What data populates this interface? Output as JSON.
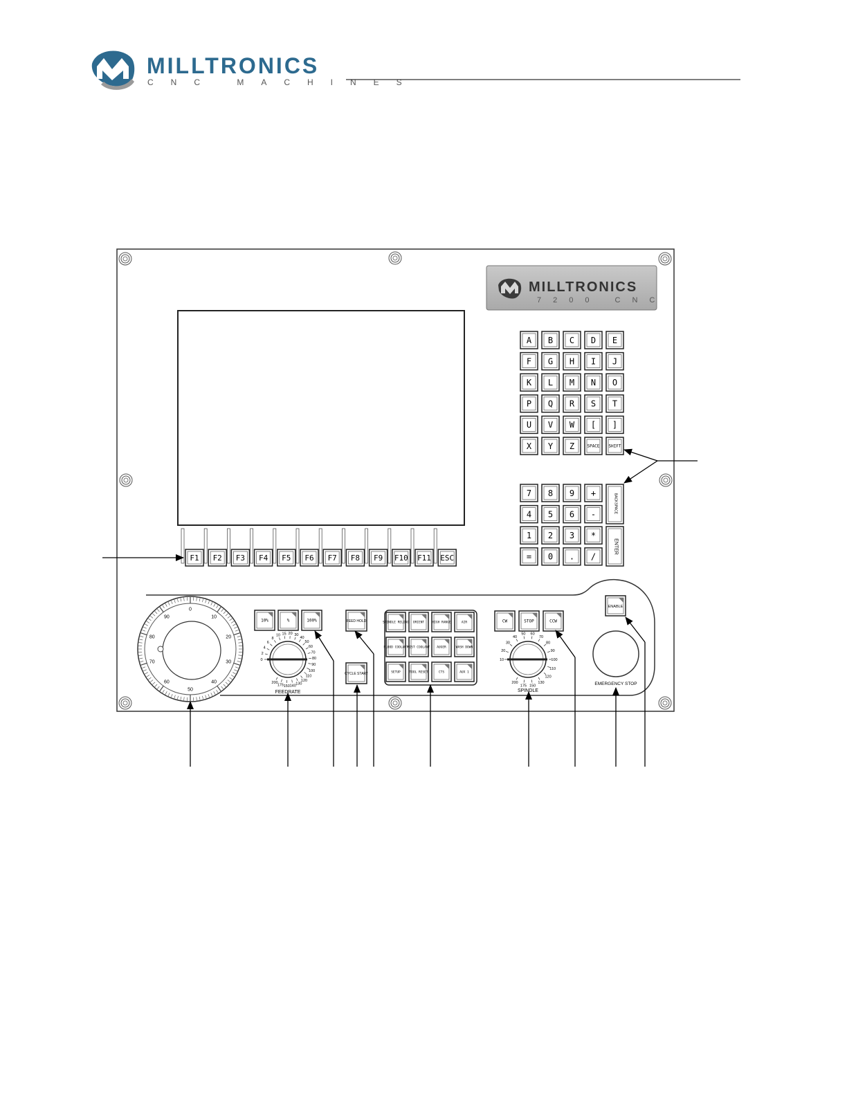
{
  "header": {
    "brand_name": "MILLTRONICS",
    "brand_tagline": "CNC MACHINES"
  },
  "panel": {
    "badge_name": "MILLTRONICS",
    "badge_model": "7200 CNC",
    "alpha_keys": [
      "A",
      "B",
      "C",
      "D",
      "E",
      "F",
      "G",
      "H",
      "I",
      "J",
      "K",
      "L",
      "M",
      "N",
      "O",
      "P",
      "Q",
      "R",
      "S",
      "T",
      "U",
      "V",
      "W",
      "[",
      "]",
      "X",
      "Y",
      "Z",
      "SPACE",
      "SHIFT"
    ],
    "num_keys": [
      "7",
      "8",
      "9",
      "+",
      "4",
      "5",
      "6",
      "-",
      "1",
      "2",
      "3",
      "*",
      "=",
      "0",
      ".",
      "/"
    ],
    "backspace_label": "BACKSPACE",
    "enter_label": "ENTER",
    "function_keys": [
      "F1",
      "F2",
      "F3",
      "F4",
      "F5",
      "F6",
      "F7",
      "F8",
      "F9",
      "F10",
      "F11",
      "ESC"
    ],
    "feed_buttons": [
      "10%",
      "%",
      "100%"
    ],
    "feed_hold_label": "FEED HOLD",
    "cycle_start_label": "CYCLE START",
    "aux_buttons": [
      "SPINDLE RELOAD",
      "ORIENT",
      "HIGH RANGE",
      "AIR",
      "FLOOD COOLANT",
      "MIST COOLANT",
      "AUGER",
      "WASH DOWN",
      "SETUP",
      "TOOL RESET",
      "CTS",
      "AUX 1"
    ],
    "spindle_buttons": [
      "CW",
      "STOP",
      "CCW"
    ],
    "enable_label": "ENABLE",
    "feedrate_label": "FEEDRATE",
    "spindle_label": "SPINDLE",
    "estop_label": "EMERGENCY STOP",
    "feed_dial_ticks": [
      "0",
      "2",
      "4",
      "6",
      "8",
      "10",
      "15",
      "20",
      "30",
      "40",
      "50",
      "60",
      "70",
      "80",
      "90",
      "100",
      "110",
      "120",
      "130",
      "140",
      "150",
      "175",
      "200"
    ],
    "spindle_dial_ticks": [
      "10",
      "20",
      "30",
      "40",
      "50",
      "60",
      "70",
      "80",
      "90",
      "100",
      "110",
      "120",
      "130",
      "150",
      "175",
      "200"
    ],
    "handwheel_ticks": [
      "0",
      "10",
      "20",
      "30",
      "40",
      "50",
      "60",
      "70",
      "80",
      "90"
    ]
  }
}
